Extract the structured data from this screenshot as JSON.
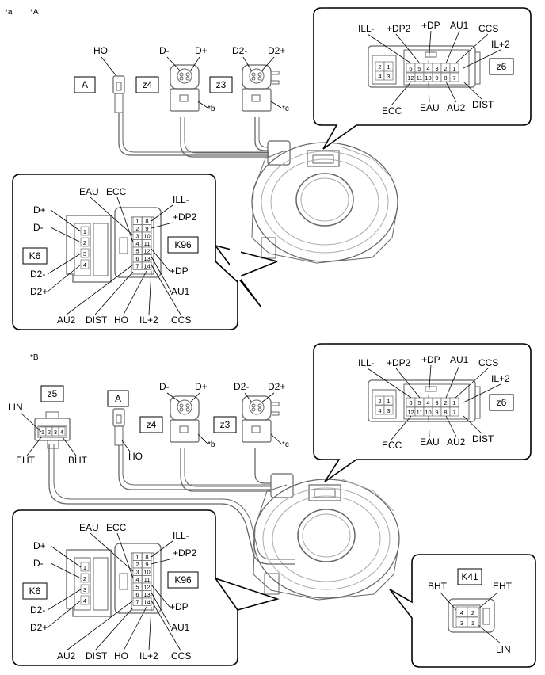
{
  "section_a": {
    "marker": "*a",
    "tag": "*A",
    "labels": {
      "ho": "HO",
      "box_a": "A",
      "z4": "z4",
      "z3": "z3",
      "d_minus": "D-",
      "d_plus": "D+",
      "d2_minus": "D2-",
      "d2_plus": "D2+",
      "note_b": "*b",
      "note_c": "*c"
    },
    "z6": {
      "code": "z6",
      "top_labels": [
        "ILL-",
        "+DP2",
        "+DP",
        "AU1",
        "CCS",
        "IL+2"
      ],
      "bottom_labels": [
        "ECC",
        "EAU",
        "AU2",
        "DIST"
      ],
      "left_pins": [
        "2",
        "1",
        "4",
        "3"
      ],
      "row1_pins": [
        "6",
        "5",
        "4",
        "3",
        "2",
        "1"
      ],
      "row2_pins": [
        "12",
        "11",
        "10",
        "9",
        "8",
        "7"
      ]
    },
    "k6_k96": {
      "k6_code": "K6",
      "k96_code": "K96",
      "k6_labels": [
        "D+",
        "D-",
        "D2-",
        "D2+"
      ],
      "k6_pins": [
        "1",
        "2",
        "3",
        "4"
      ],
      "k96_top_labels": [
        "EAU",
        "ECC",
        "ILL-",
        "+DP2"
      ],
      "k96_right_labels": [
        "+DP",
        "AU1"
      ],
      "k96_bottom_labels": [
        "AU2",
        "DIST",
        "HO",
        "IL+2",
        "CCS"
      ],
      "k96_left_pins": [
        "1",
        "2",
        "3",
        "4",
        "5",
        "6",
        "7"
      ],
      "k96_right_pins": [
        "8",
        "9",
        "10",
        "11",
        "12",
        "13",
        "14"
      ]
    }
  },
  "section_b": {
    "tag": "*B",
    "labels": {
      "z5": "z5",
      "lin": "LIN",
      "eht": "EHT",
      "bht": "BHT",
      "ho": "HO",
      "box_a": "A",
      "z4": "z4",
      "z3": "z3",
      "d_minus": "D-",
      "d_plus": "D+",
      "d2_minus": "D2-",
      "d2_plus": "D2+",
      "note_b": "*b",
      "note_c": "*c"
    },
    "z5_pins": [
      "1",
      "2",
      "3",
      "4"
    ],
    "z6": {
      "code": "z6",
      "top_labels": [
        "ILL-",
        "+DP2",
        "+DP",
        "AU1",
        "CCS",
        "IL+2"
      ],
      "bottom_labels": [
        "ECC",
        "EAU",
        "AU2",
        "DIST"
      ],
      "left_pins": [
        "2",
        "1",
        "4",
        "3"
      ],
      "row1_pins": [
        "6",
        "5",
        "4",
        "3",
        "2",
        "1"
      ],
      "row2_pins": [
        "12",
        "11",
        "10",
        "9",
        "8",
        "7"
      ]
    },
    "k6_k96": {
      "k6_code": "K6",
      "k96_code": "K96",
      "k6_labels": [
        "D+",
        "D-",
        "D2-",
        "D2+"
      ],
      "k6_pins": [
        "1",
        "2",
        "3",
        "4"
      ],
      "k96_top_labels": [
        "EAU",
        "ECC",
        "ILL-",
        "+DP2"
      ],
      "k96_right_labels": [
        "+DP",
        "AU1"
      ],
      "k96_bottom_labels": [
        "AU2",
        "DIST",
        "HO",
        "IL+2",
        "CCS"
      ],
      "k96_left_pins": [
        "1",
        "2",
        "3",
        "4",
        "5",
        "6",
        "7"
      ],
      "k96_right_pins": [
        "8",
        "9",
        "10",
        "11",
        "12",
        "13",
        "14"
      ]
    },
    "k41": {
      "code": "K41",
      "labels": [
        "BHT",
        "EHT",
        "LIN"
      ],
      "pins": [
        "4",
        "2",
        "3",
        "1"
      ]
    }
  }
}
